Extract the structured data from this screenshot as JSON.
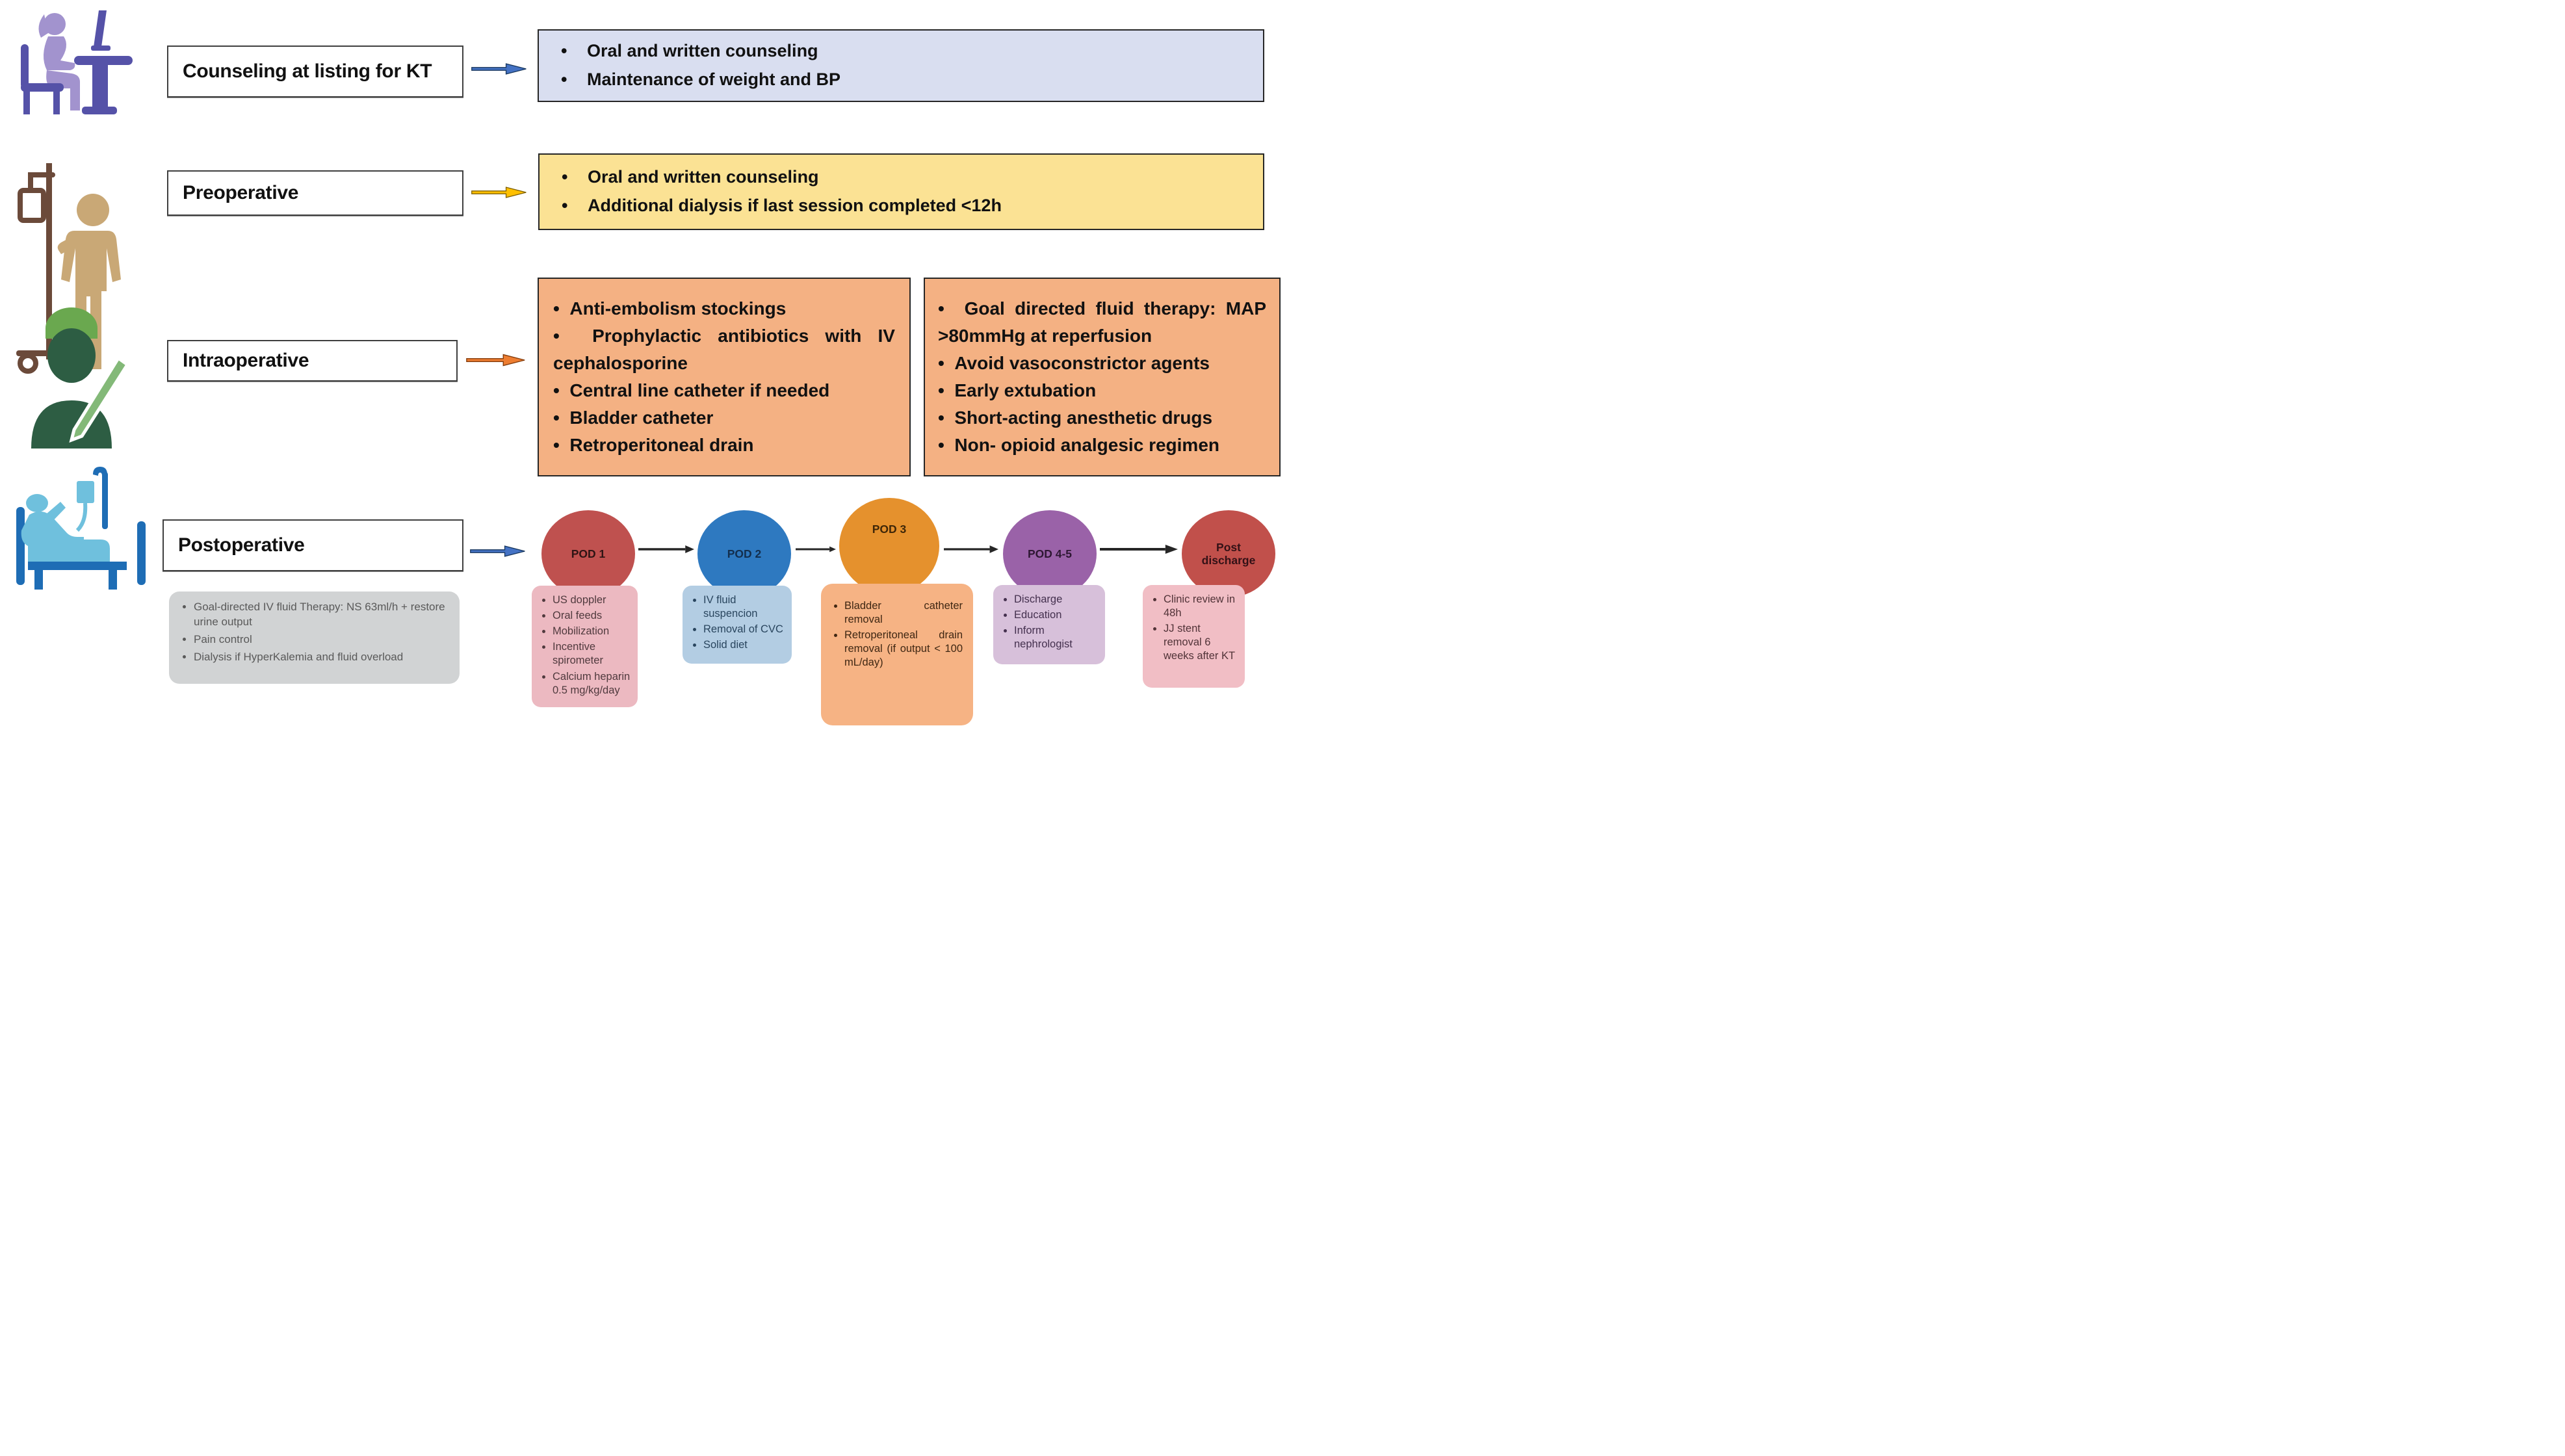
{
  "stages": [
    {
      "icon": "person-at-computer-icon",
      "label": "Counseling at listing for KT",
      "arrow_color": "#4472c4",
      "arrow_stroke": "#17365d",
      "note": {
        "bg": "#d9def0",
        "items": [
          "Oral and written counseling",
          "Maintenance of weight and BP"
        ]
      }
    },
    {
      "icon": "patient-iv-pole-icon",
      "label": "Preoperative",
      "arrow_color": "#ffc000",
      "arrow_stroke": "#7f6000",
      "note": {
        "bg": "#fbe294",
        "items": [
          "Oral and written counseling",
          "Additional dialysis if last session completed <12h"
        ]
      }
    },
    {
      "icon": "surgeon-icon",
      "label": "Intraoperative",
      "arrow_color": "#ed7d31",
      "arrow_stroke": "#843c0c",
      "notes": [
        {
          "bg": "#f4b183",
          "items": [
            "Anti-embolism stockings",
            "Prophylactic antibiotics with IV cephalosporine",
            "Central line catheter if needed",
            "Bladder catheter",
            "Retroperitoneal drain"
          ]
        },
        {
          "bg": "#f4b183",
          "items": [
            "Goal directed fluid therapy: MAP >80mmHg at reperfusion",
            "Avoid vasoconstrictor agents",
            "Early extubation",
            "Short-acting anesthetic drugs",
            "Non- opioid analgesic regimen"
          ]
        }
      ]
    },
    {
      "icon": "patient-in-bed-icon",
      "label": "Postoperative",
      "arrow_color": "#4472c4",
      "arrow_stroke": "#17365d",
      "side_note": {
        "bg": "#d1d3d4",
        "text_color": "#595959",
        "items": [
          "Goal-directed IV fluid Therapy: NS 63ml/h + restore urine output",
          "Pain control",
          "Dialysis if HyperKalemia and fluid overload"
        ]
      },
      "timeline": [
        {
          "label": "POD 1",
          "circle_color": "#bf514f",
          "label_color": "#2e1414",
          "box_bg": "#ecb9c1",
          "box_text_color": "#503a3e",
          "items": [
            "US doppler",
            "Oral feeds",
            "Mobilization",
            "Incentive spirometer",
            "Calcium heparin 0.5 mg/kg/day"
          ]
        },
        {
          "label": "POD 2",
          "circle_color": "#2e79c0",
          "label_color": "#132f4e",
          "box_bg": "#b3cde3",
          "box_text_color": "#29455e",
          "items": [
            "IV fluid suspencion",
            "Removal of CVC",
            "Solid diet"
          ]
        },
        {
          "label": "POD 3",
          "circle_color": "#e5912d",
          "label_color": "#3f2708",
          "box_bg": "#f6b384",
          "box_text_color": "#3f2713",
          "items": [
            "Bladder catheter removal",
            "Retroperitoneal drain removal (if output < 100 mL/day)"
          ]
        },
        {
          "label": "POD 4-5",
          "circle_color": "#9a62a8",
          "label_color": "#2e1733",
          "box_bg": "#d7c0da",
          "box_text_color": "#44304e",
          "items": [
            "Discharge",
            "Education",
            "Inform nephrologist"
          ]
        },
        {
          "label": "Post discharge",
          "circle_color": "#c1504b",
          "label_color": "#331116",
          "box_bg": "#f1bec5",
          "box_text_color": "#513338",
          "items": [
            "Clinic review in 48h",
            "JJ stent removal 6 weeks after KT"
          ]
        }
      ]
    }
  ]
}
